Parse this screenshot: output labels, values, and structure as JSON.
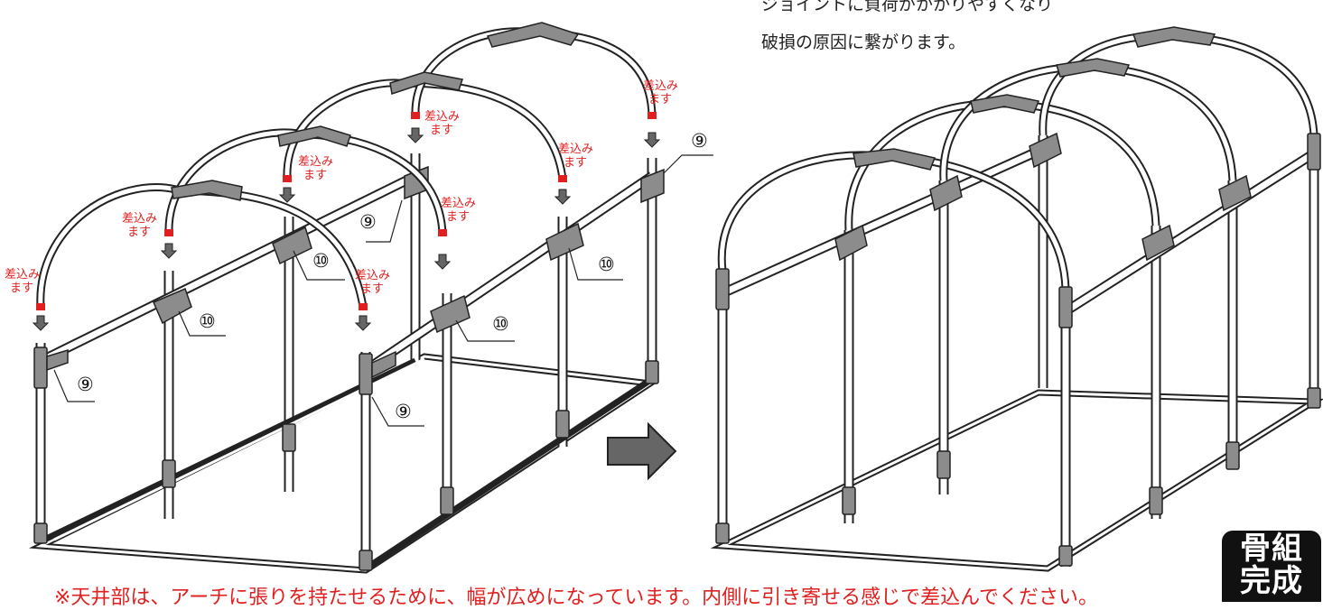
{
  "warning": {
    "line1": "ジョイントに負荷がかかりやすくなり",
    "line2": "破損の原因に繋がります。"
  },
  "insert_label": "差込み\nます",
  "callouts": {
    "joint_9": "⑨",
    "joint_10": "⑩"
  },
  "footnote": "※天井部は、アーチに張りを持たせるために、幅が広めになっています。内側に引き寄せる感じで差込んでください。",
  "badge": "骨組\n完成",
  "colors": {
    "insert_text": "#e02020",
    "insert_tip": "#e02020",
    "joint_fill": "#8c8c8c",
    "pipe_fill": "#ffffff",
    "outline": "#222222"
  }
}
